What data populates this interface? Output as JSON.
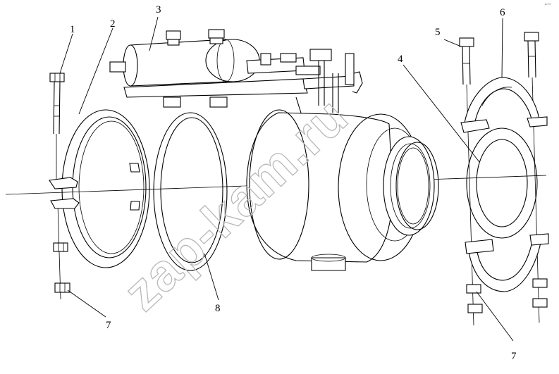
{
  "callouts": [
    {
      "id": "c1",
      "label": "1"
    },
    {
      "id": "c2",
      "label": "2"
    },
    {
      "id": "c3",
      "label": "3"
    },
    {
      "id": "c4",
      "label": "4"
    },
    {
      "id": "c5",
      "label": "5"
    },
    {
      "id": "c6",
      "label": "6"
    },
    {
      "id": "c7a",
      "label": "7"
    },
    {
      "id": "c7b",
      "label": "7"
    },
    {
      "id": "c8",
      "label": "8"
    }
  ],
  "watermark": "zap-kam.ru",
  "corner_mark": "¹⁶ ⁰⁰⁰"
}
